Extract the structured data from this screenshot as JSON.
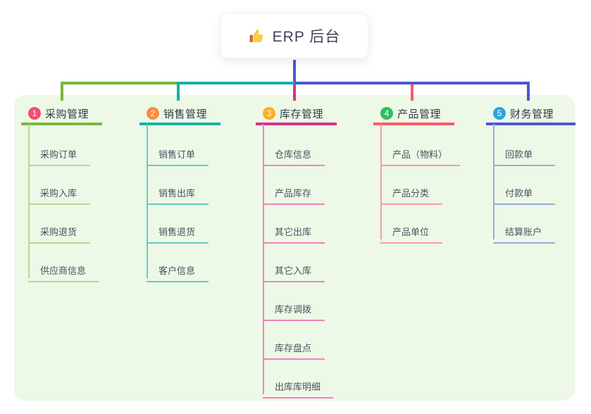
{
  "root": {
    "title": "ERP 后台",
    "icon": "thumbs-up-icon",
    "connector_color": "#4a58cf"
  },
  "panel_color": "#edf8e7",
  "bus": {
    "segments": [
      {
        "from_branch": 1,
        "color": "#79b83e"
      },
      {
        "from_branch": 2,
        "color": "#14b3a5"
      },
      {
        "from_branch": 5,
        "color": "#4a58cf"
      }
    ]
  },
  "branches": [
    {
      "badge": "1",
      "badge_color": "#f2506e",
      "color": "#79b83e",
      "light_color": "#b4d98f",
      "title": "采购管理",
      "children": [
        "采购订单",
        "采购入库",
        "采购退货",
        "供应商信息"
      ]
    },
    {
      "badge": "2",
      "badge_color": "#fb8b40",
      "color": "#14b3a5",
      "light_color": "#66cbc2",
      "title": "销售管理",
      "children": [
        "销售订单",
        "销售出库",
        "销售退货",
        "客户信息"
      ]
    },
    {
      "badge": "3",
      "badge_color": "#ffac27",
      "color": "#d4338f",
      "light_color": "#ee84bd",
      "title": "库存管理",
      "children": [
        "仓库信息",
        "产品库存",
        "其它出库",
        "其它入库",
        "库存调拨",
        "库存盘点",
        "出库库明细"
      ]
    },
    {
      "badge": "4",
      "badge_color": "#2fbd5f",
      "color": "#f8596a",
      "light_color": "#f79aa3",
      "title": "产品管理",
      "children": [
        "产品（物料）",
        "产品分类",
        "产品单位"
      ]
    },
    {
      "badge": "5",
      "badge_color": "#29a7e1",
      "color": "#4a58cf",
      "light_color": "#97abe3",
      "title": "财务管理",
      "children": [
        "回款单",
        "付款单",
        "结算账户"
      ]
    }
  ]
}
